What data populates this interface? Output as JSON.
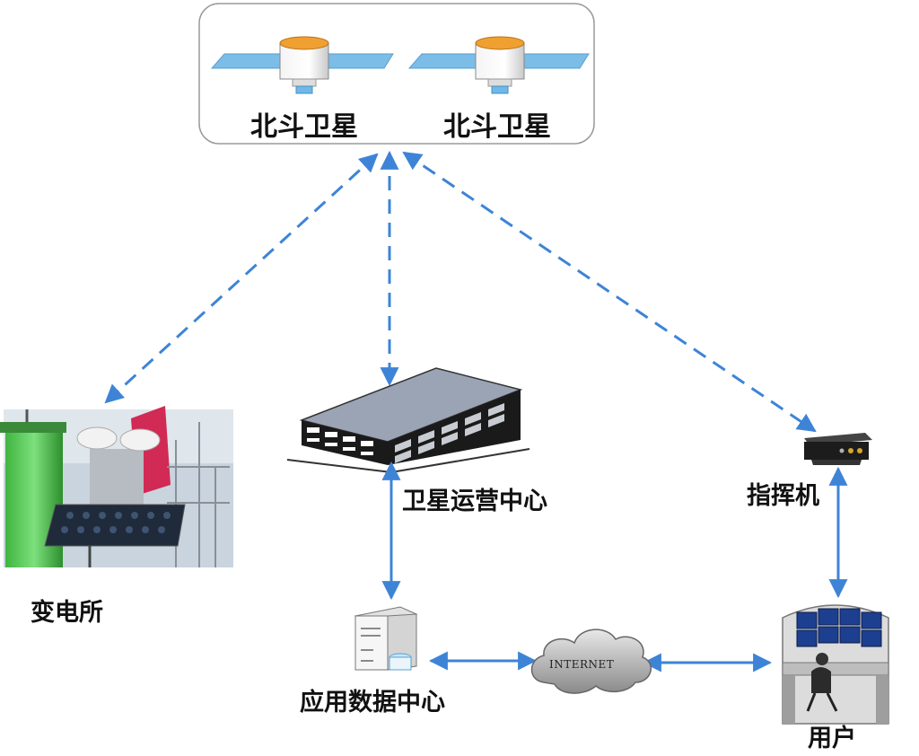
{
  "satellites": [
    {
      "label": "北斗卫星"
    },
    {
      "label": "北斗卫星"
    }
  ],
  "nodes": {
    "substation": {
      "label": "变电所"
    },
    "operation_center": {
      "label": "卫星运营中心"
    },
    "command_unit": {
      "label": "指挥机"
    },
    "data_center": {
      "label": "应用数据中心"
    },
    "internet": {
      "label": "INTERNET"
    },
    "user": {
      "label": "用户"
    }
  },
  "colors": {
    "link": "#3d84d6",
    "panel_border": "#9a9a9a",
    "solar_panel": "#7bbde6",
    "building_dark": "#1a1a1a",
    "building_roof": "#9aa4b4"
  },
  "links": [
    {
      "from": "satellites",
      "to": "substation",
      "style": "dashed",
      "direction": "bidirectional"
    },
    {
      "from": "satellites",
      "to": "operation_center",
      "style": "dashed",
      "direction": "bidirectional"
    },
    {
      "from": "satellites",
      "to": "command_unit",
      "style": "dashed",
      "direction": "bidirectional"
    },
    {
      "from": "operation_center",
      "to": "data_center",
      "style": "solid",
      "direction": "bidirectional"
    },
    {
      "from": "data_center",
      "to": "internet",
      "style": "solid",
      "direction": "bidirectional"
    },
    {
      "from": "internet",
      "to": "user",
      "style": "solid",
      "direction": "bidirectional"
    },
    {
      "from": "command_unit",
      "to": "user",
      "style": "solid",
      "direction": "bidirectional"
    }
  ]
}
